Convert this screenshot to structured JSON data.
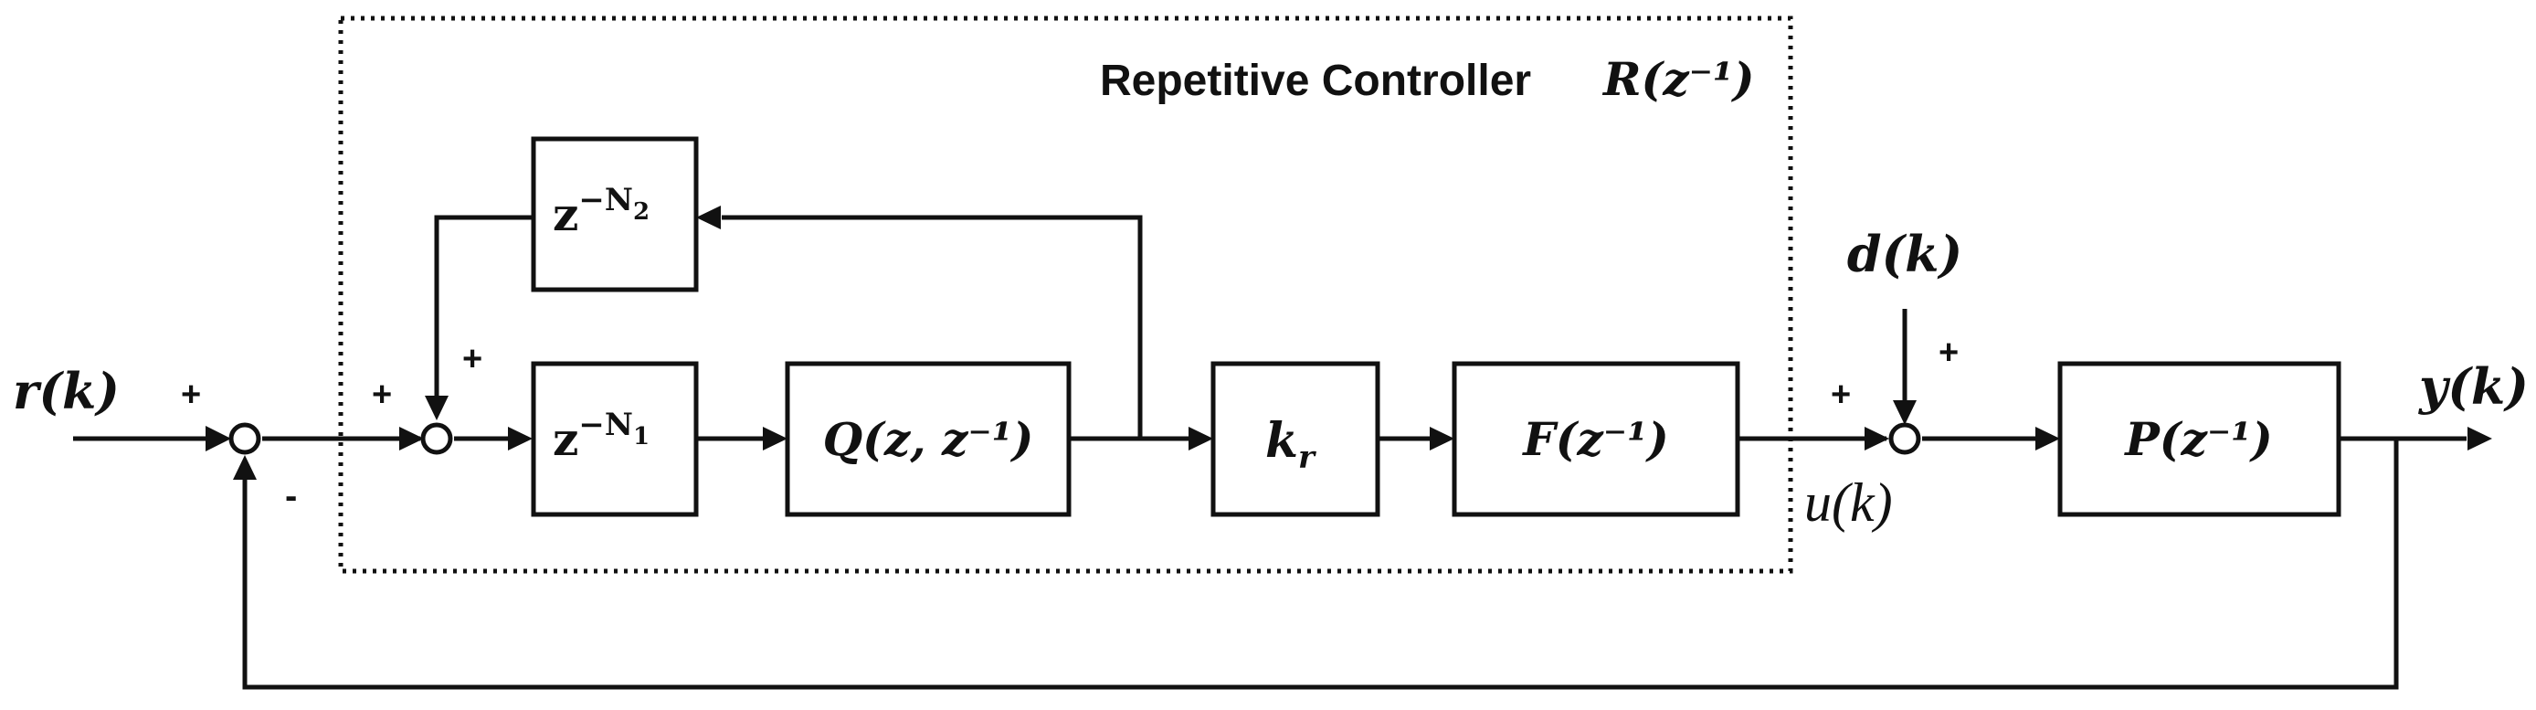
{
  "controller": {
    "title": "Repetitive Controller",
    "title_math": "R(z⁻¹)"
  },
  "blocks": {
    "delay_n2": {
      "base": "z",
      "exp": "−N",
      "sub": "2"
    },
    "delay_n1": {
      "base": "z",
      "exp": "−N",
      "sub": "1"
    },
    "q_filter": "Q(z, z⁻¹)",
    "gain": {
      "base": "k",
      "sub": "r"
    },
    "f_filter": "F(z⁻¹)",
    "plant": "P(z⁻¹)"
  },
  "signals": {
    "reference": "r(k)",
    "disturbance": "d(k)",
    "output": "y(k)",
    "control": "u(k)"
  },
  "signs": {
    "sum1_ref": "+",
    "sum1_feedback": "-",
    "sum2_forward": "+",
    "sum2_loop": "+",
    "sum3_control": "+",
    "sum3_disturbance": "+"
  }
}
